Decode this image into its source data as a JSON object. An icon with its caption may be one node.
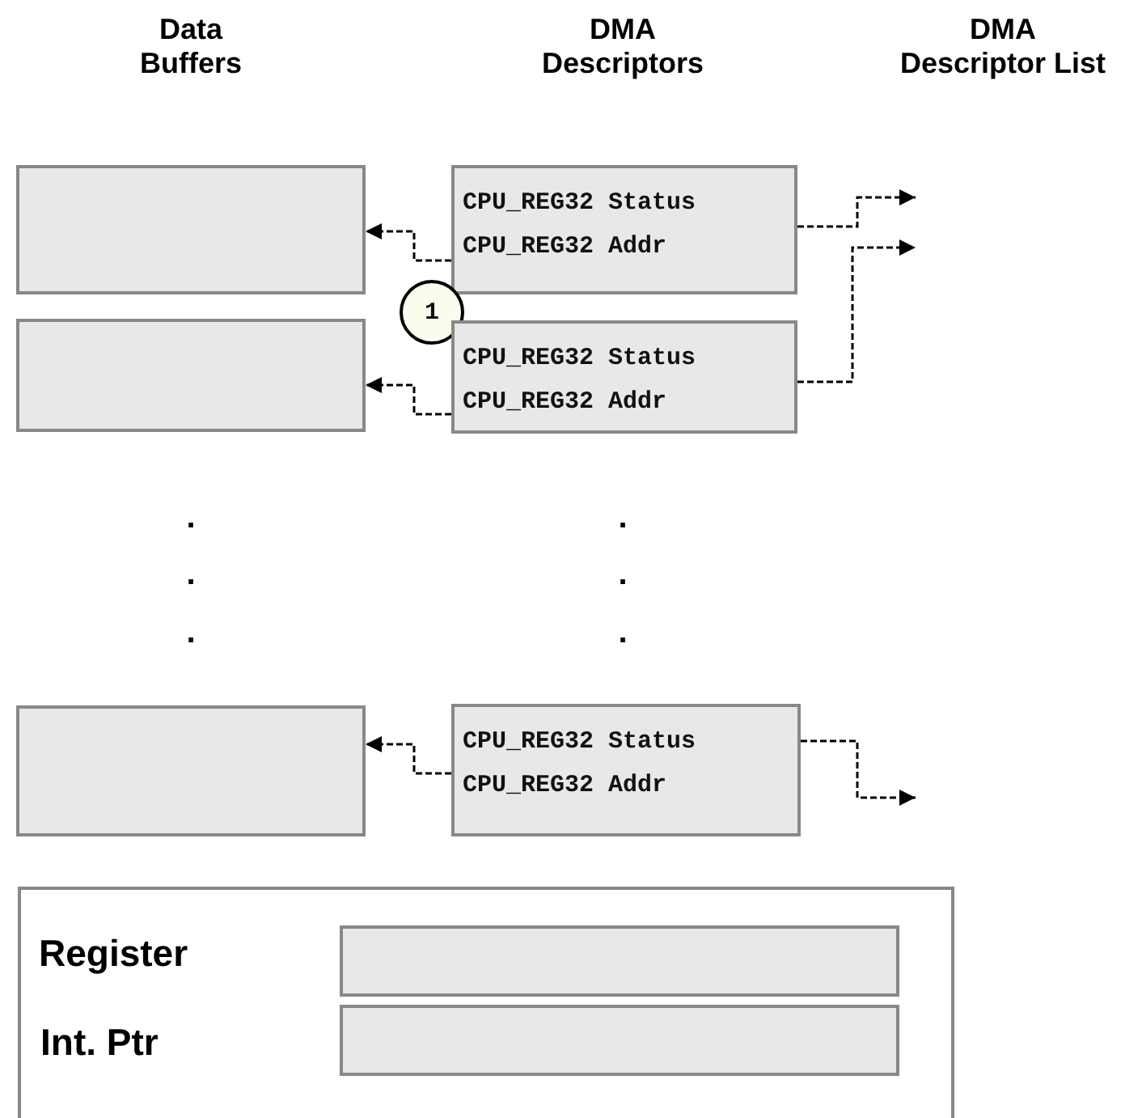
{
  "diagram": {
    "nodes": [
      {
        "text": [],
        "shape": "box"
      },
      {
        "text": [
          "CPU_REG32 Status",
          "CPU_REG32 Addr"
        ]
      },
      {
        "text": [
          "1"
        ]
      },
      {
        "text": [],
        "shape": "box"
      },
      {
        "text": [
          "CPU_REG32 Status",
          "CPU_REG32 Addr"
        ]
      },
      {
        "text": [],
        "shape": "box"
      },
      {
        "text": [
          "CPU_REG32 Status",
          "CPU_REG32 Addr"
        ]
      },
      {
        "text": [
          "Register",
          "Int. Ptr"
        ]
      },
      {
        "text": [],
        "shape": "box",
        "in": 7
      },
      {
        "text": [],
        "shape": "box",
        "in": 7
      }
    ],
    "edges": [
      {
        "from": 1,
        "to": 0,
        "arrow": "to",
        "style": "dashed"
      },
      {
        "from": 1,
        "to": null,
        "arrow": "to",
        "style": "dashed"
      },
      {
        "from": 4,
        "to": 3,
        "arrow": "to",
        "style": "dashed"
      },
      {
        "from": 4,
        "to": null,
        "arrow": "to",
        "style": "dashed"
      },
      {
        "from": 6,
        "to": 5,
        "arrow": "to",
        "style": "dashed"
      },
      {
        "from": 6,
        "to": null,
        "arrow": "to",
        "style": "dashed"
      }
    ],
    "labels": [
      "Data Buffers",
      "DMA Descriptors",
      "DMA Descriptor List",
      ".",
      ".",
      ".",
      ".",
      ".",
      "."
    ]
  }
}
